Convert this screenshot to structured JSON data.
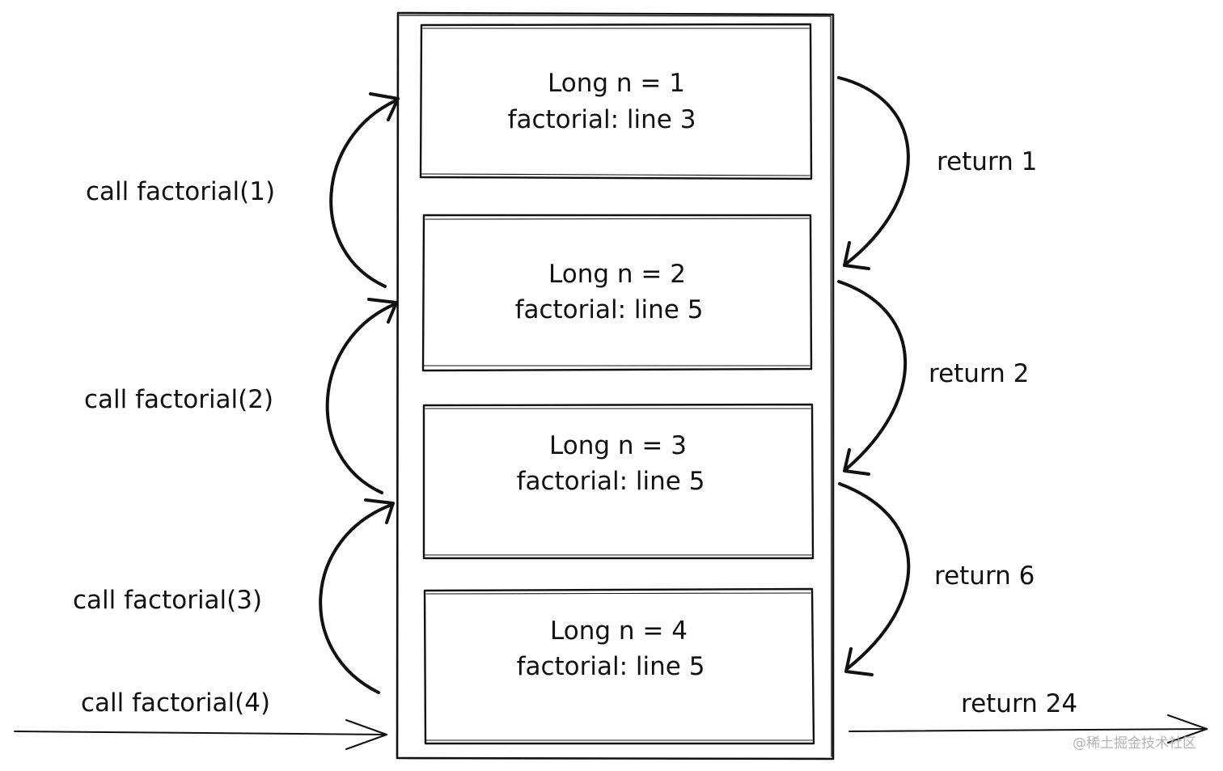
{
  "stack_frames": [
    {
      "variable": "Long n = 1",
      "location": "factorial: line 3"
    },
    {
      "variable": "Long n = 2",
      "location": "factorial: line 5"
    },
    {
      "variable": "Long n = 3",
      "location": "factorial: line 5"
    },
    {
      "variable": "Long n = 4",
      "location": "factorial: line 5"
    }
  ],
  "calls": [
    "call factorial(1)",
    "call factorial(2)",
    "call factorial(3)",
    "call factorial(4)"
  ],
  "returns": [
    "return 1",
    "return 2",
    "return 6",
    "return 24"
  ],
  "watermark": "@稀土掘金技术社区"
}
